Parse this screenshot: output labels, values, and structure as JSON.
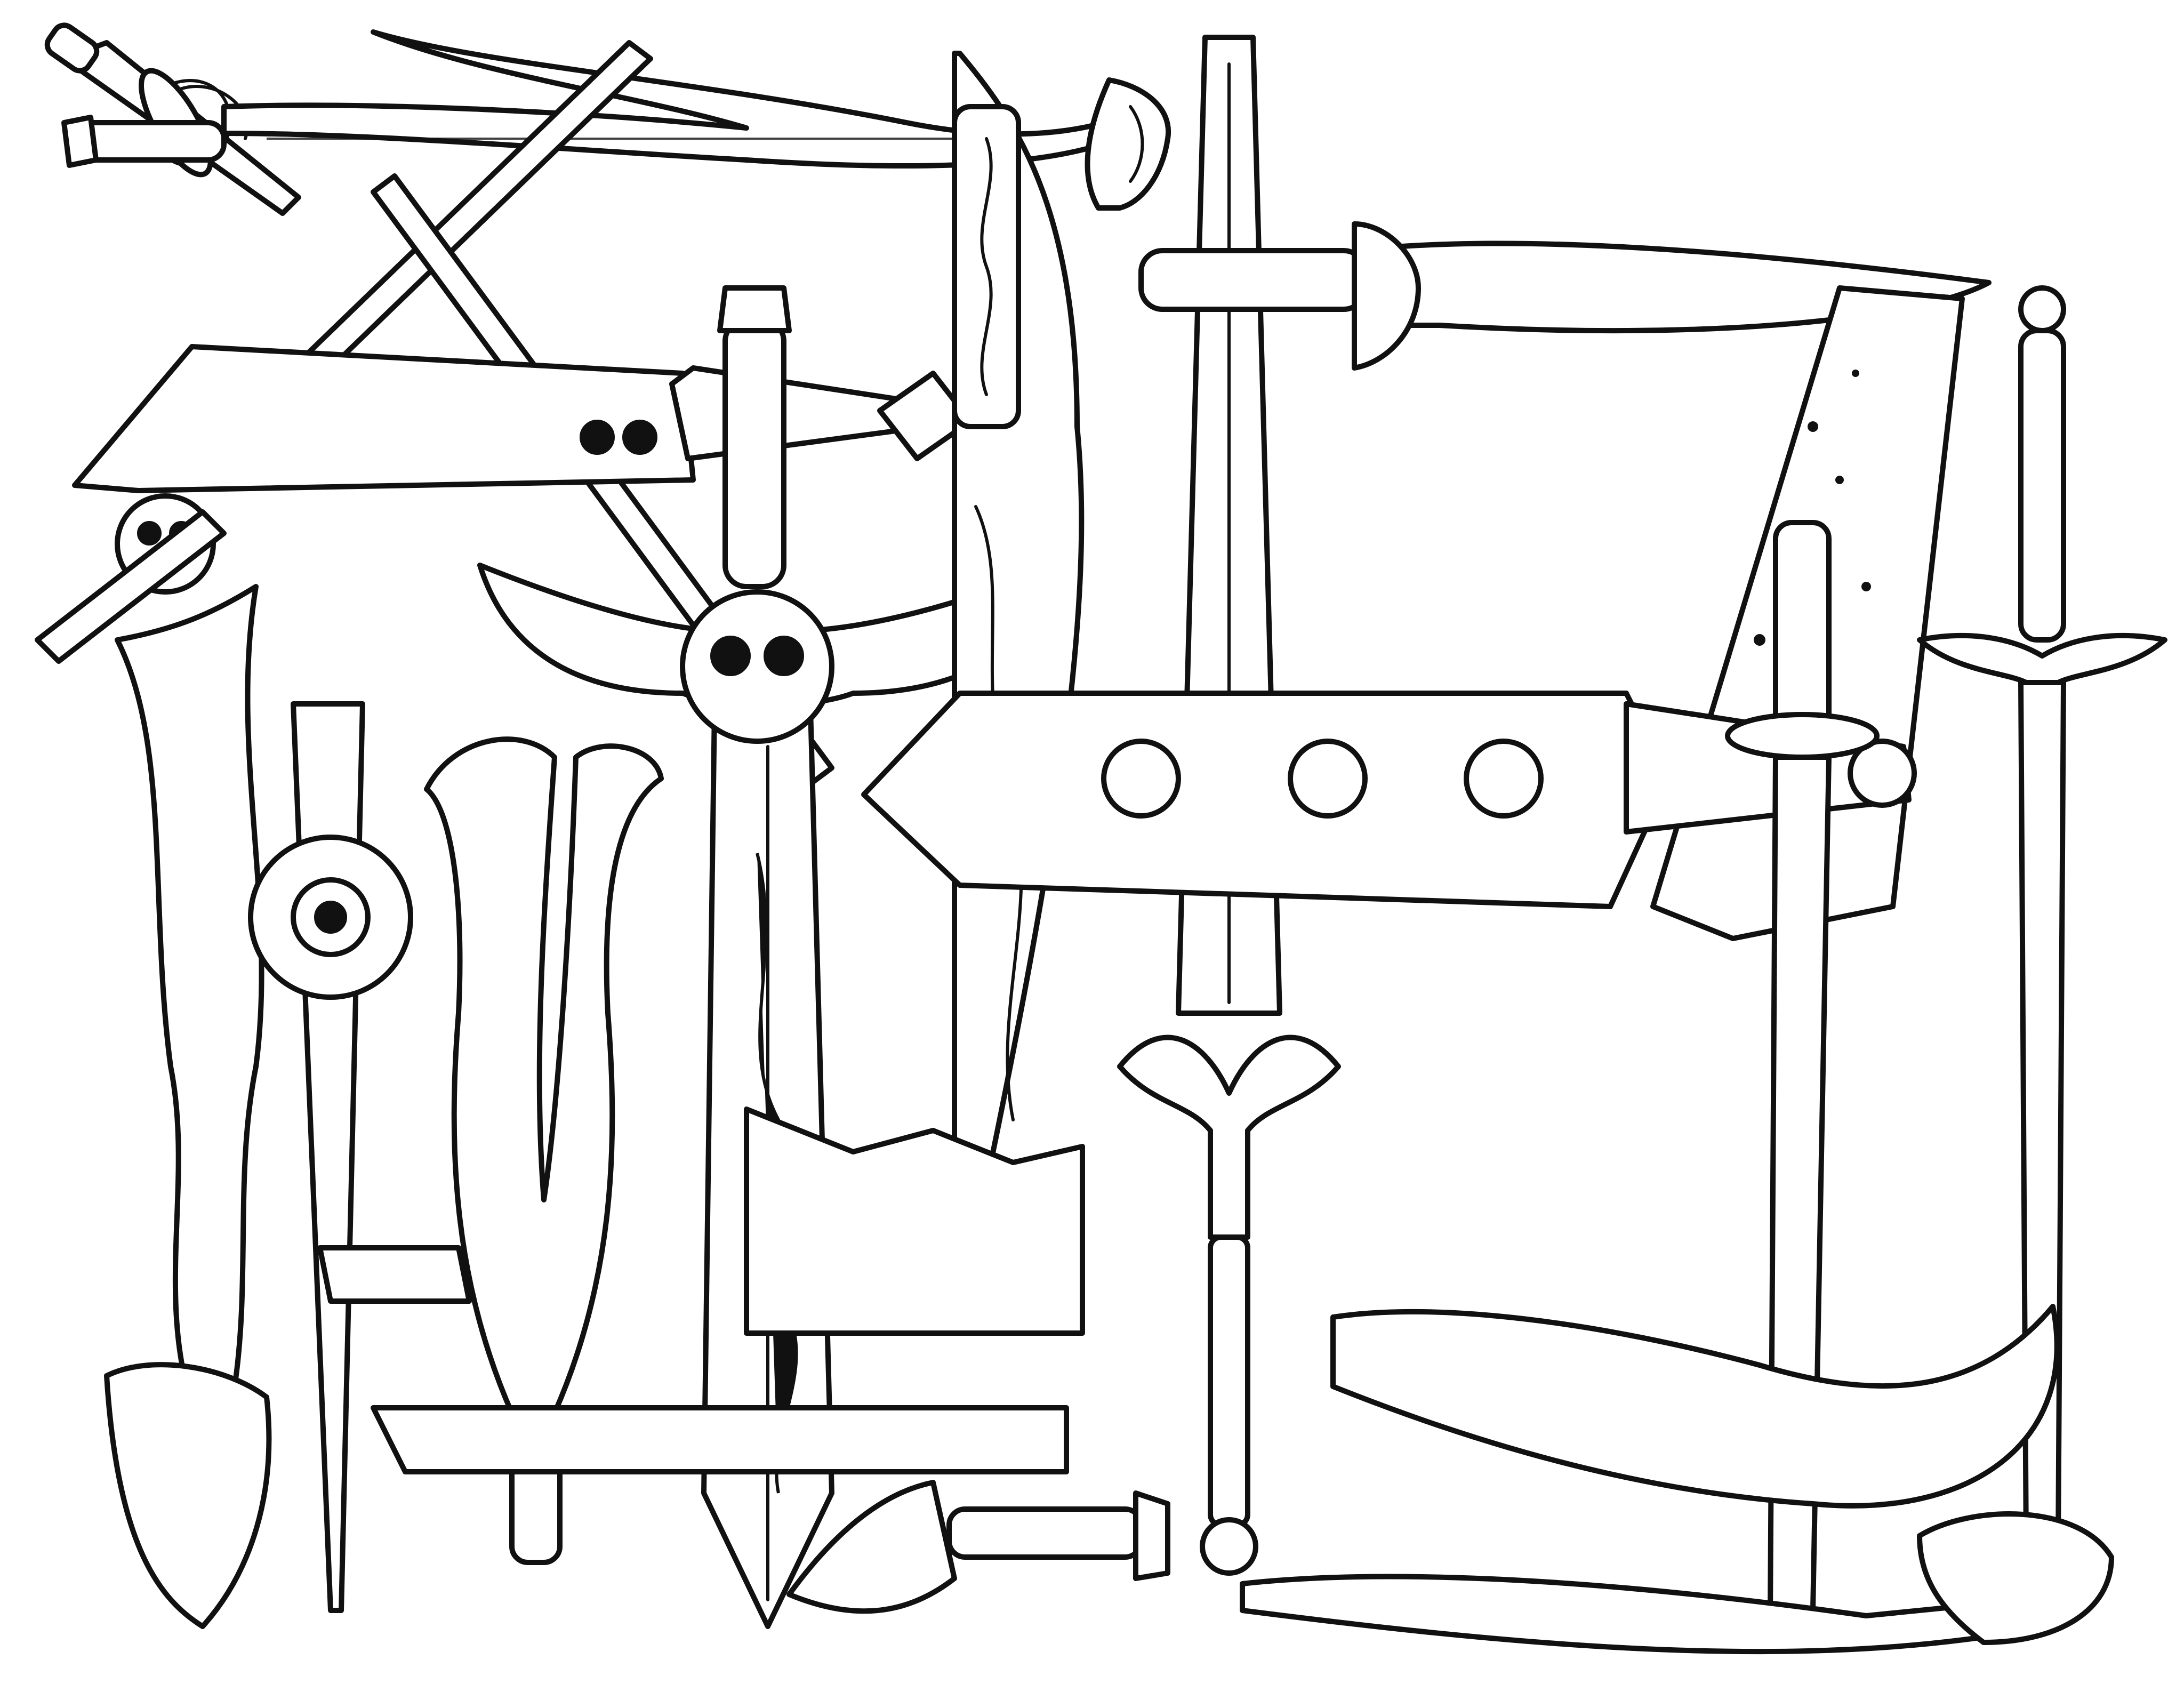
{
  "image": {
    "kind": "ink-illustration",
    "subject": "",
    "background_color": "#ffffff",
    "ink_color": "#111111"
  },
  "weapons": [
    {
      "id": "rapier-top-left",
      "type": "rapier"
    },
    {
      "id": "scimitar-top",
      "type": "scimitar"
    },
    {
      "id": "crossed-blades-top-left",
      "type": "crossed-swords"
    },
    {
      "id": "cleaver-sword-left",
      "type": "broad-blade"
    },
    {
      "id": "skull-hilt-greatsword",
      "type": "greatsword"
    },
    {
      "id": "engraved-falchion",
      "type": "falchion"
    },
    {
      "id": "spiked-cross-longsword",
      "type": "longsword"
    },
    {
      "id": "dagger-top-right",
      "type": "dagger"
    },
    {
      "id": "starry-blade-right",
      "type": "broadsword"
    },
    {
      "id": "katana-right",
      "type": "katana"
    },
    {
      "id": "longsword-far-right",
      "type": "longsword"
    },
    {
      "id": "flame-blade-left",
      "type": "flamberge"
    },
    {
      "id": "eye-dagger",
      "type": "dagger"
    },
    {
      "id": "trident-blade",
      "type": "fork-blade"
    },
    {
      "id": "kukri-bottom-right",
      "type": "kukri"
    },
    {
      "id": "scimitar-bottom",
      "type": "scimitar"
    },
    {
      "id": "knife-bottom-center",
      "type": "knife"
    }
  ]
}
